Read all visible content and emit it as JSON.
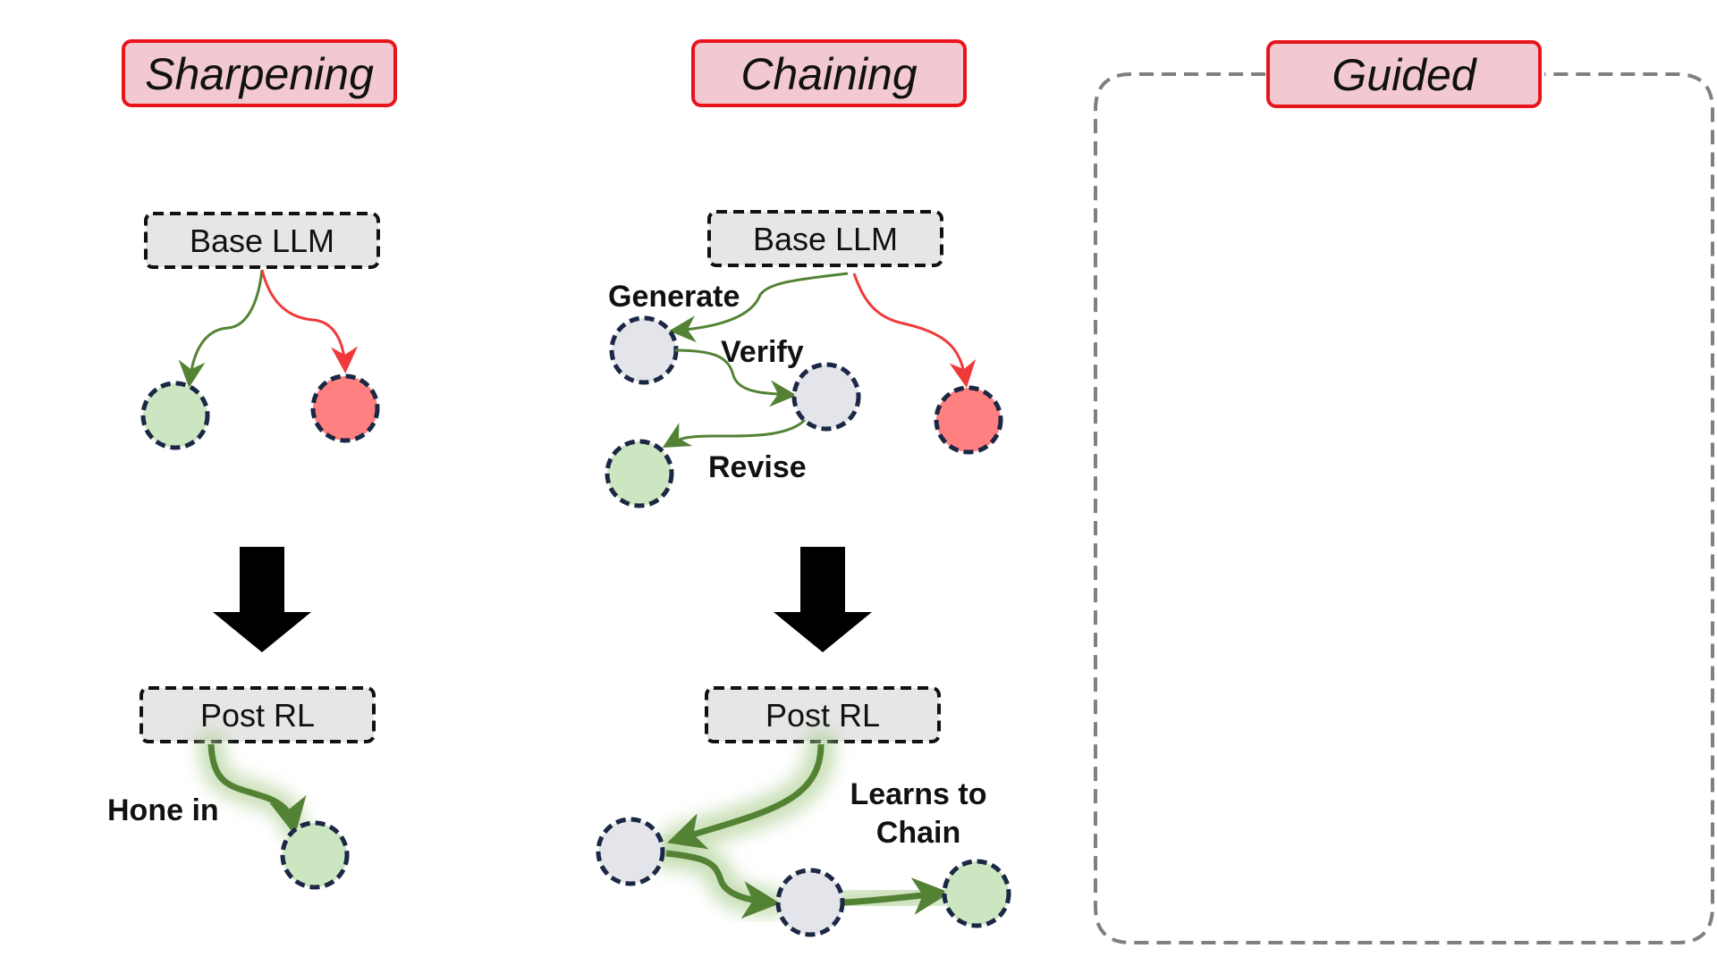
{
  "panels": {
    "sharpening": {
      "title": "Sharpening",
      "base_box": "Base LLM",
      "post_box": "Post RL",
      "post_label": "Hone in"
    },
    "chaining": {
      "title": "Chaining",
      "base_box": "Base LLM",
      "post_box": "Post RL",
      "step_generate": "Generate",
      "step_verify": "Verify",
      "step_revise": "Revise",
      "post_label_line1": "Learns to",
      "post_label_line2": "Chain"
    },
    "guided": {
      "title": "Guided"
    }
  },
  "colors": {
    "title_fill": "#F2C9D0",
    "title_border": "#E8141B",
    "box_fill": "#E6E6E6",
    "node_gray": "#E4E5EA",
    "node_green": "#CDE6C2",
    "node_red": "#FF8080",
    "node_border": "#1B2845",
    "arrow_green": "#548235",
    "arrow_red": "#F03A3A",
    "glow_green": "#A9CC8C",
    "big_arrow": "#000000",
    "dashed_frame": "#7F7F7F"
  }
}
